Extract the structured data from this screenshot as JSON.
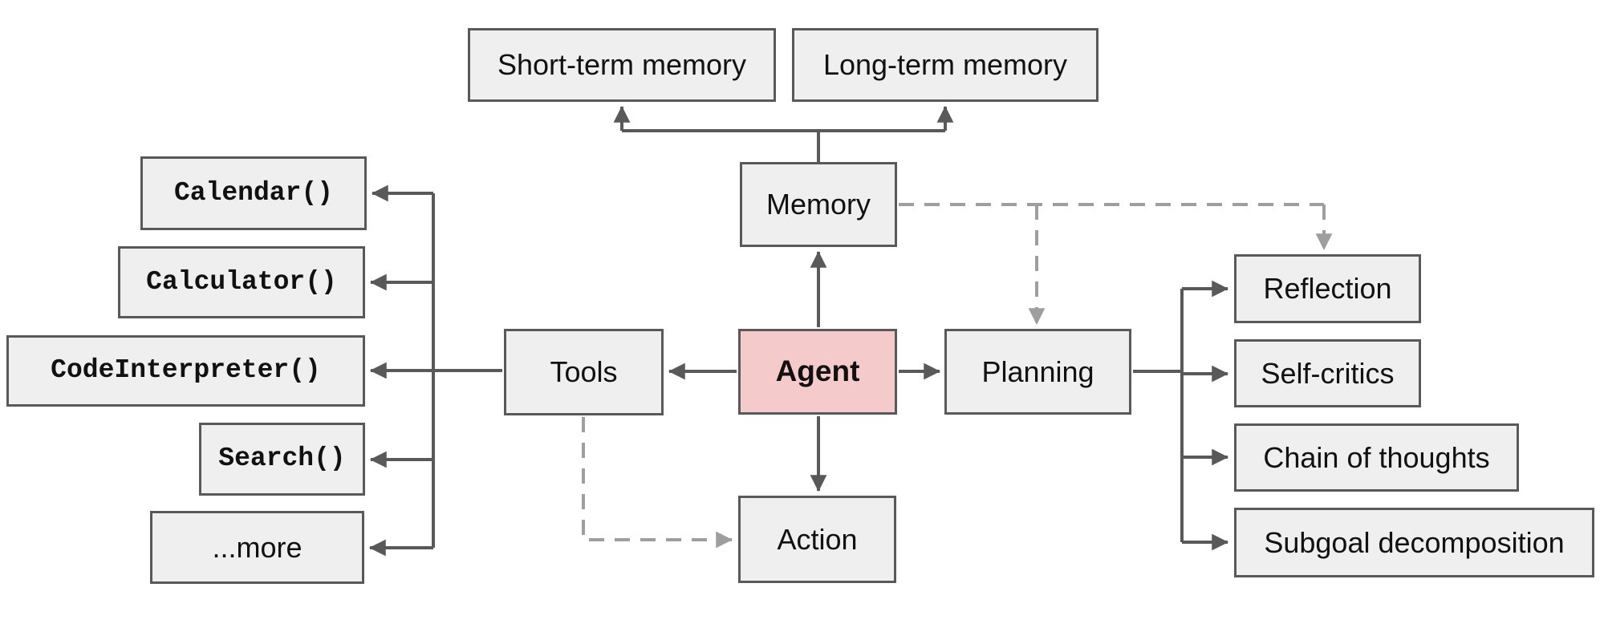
{
  "diagram": {
    "description": "Overview of a LLM-powered autonomous agent system flowchart",
    "nodes": {
      "short_term_memory": {
        "label": "Short-term memory"
      },
      "long_term_memory": {
        "label": "Long-term memory"
      },
      "memory": {
        "label": "Memory"
      },
      "agent": {
        "label": "Agent"
      },
      "tools": {
        "label": "Tools"
      },
      "planning": {
        "label": "Planning"
      },
      "action": {
        "label": "Action"
      },
      "calendar": {
        "label": "Calendar()"
      },
      "calculator": {
        "label": "Calculator()"
      },
      "code_interpreter": {
        "label": "CodeInterpreter()"
      },
      "search": {
        "label": "Search()"
      },
      "more": {
        "label": "...more"
      },
      "reflection": {
        "label": "Reflection"
      },
      "self_critics": {
        "label": "Self-critics"
      },
      "chain_of_thoughts": {
        "label": "Chain of thoughts"
      },
      "subgoal_decomposition": {
        "label": "Subgoal decomposition"
      }
    },
    "edges": {
      "solid": [
        {
          "from": "agent",
          "to": "memory"
        },
        {
          "from": "agent",
          "to": "tools"
        },
        {
          "from": "agent",
          "to": "planning"
        },
        {
          "from": "agent",
          "to": "action"
        },
        {
          "from": "memory",
          "to": "short_term_memory"
        },
        {
          "from": "memory",
          "to": "long_term_memory"
        },
        {
          "from": "tools",
          "to": "calendar"
        },
        {
          "from": "tools",
          "to": "calculator"
        },
        {
          "from": "tools",
          "to": "code_interpreter"
        },
        {
          "from": "tools",
          "to": "search"
        },
        {
          "from": "tools",
          "to": "more"
        },
        {
          "from": "planning",
          "to": "reflection"
        },
        {
          "from": "planning",
          "to": "self_critics"
        },
        {
          "from": "planning",
          "to": "chain_of_thoughts"
        },
        {
          "from": "planning",
          "to": "subgoal_decomposition"
        }
      ],
      "dashed": [
        {
          "from": "memory",
          "to": "planning"
        },
        {
          "from": "memory",
          "to": "reflection"
        },
        {
          "from": "tools",
          "to": "action"
        }
      ]
    },
    "colors": {
      "background": "#ffffff",
      "node_fill": "#efefef",
      "node_border": "#595959",
      "agent_fill": "#f4caca",
      "solid_connector": "#595959",
      "dashed_connector": "#9e9e9e",
      "text": "#111111"
    }
  }
}
